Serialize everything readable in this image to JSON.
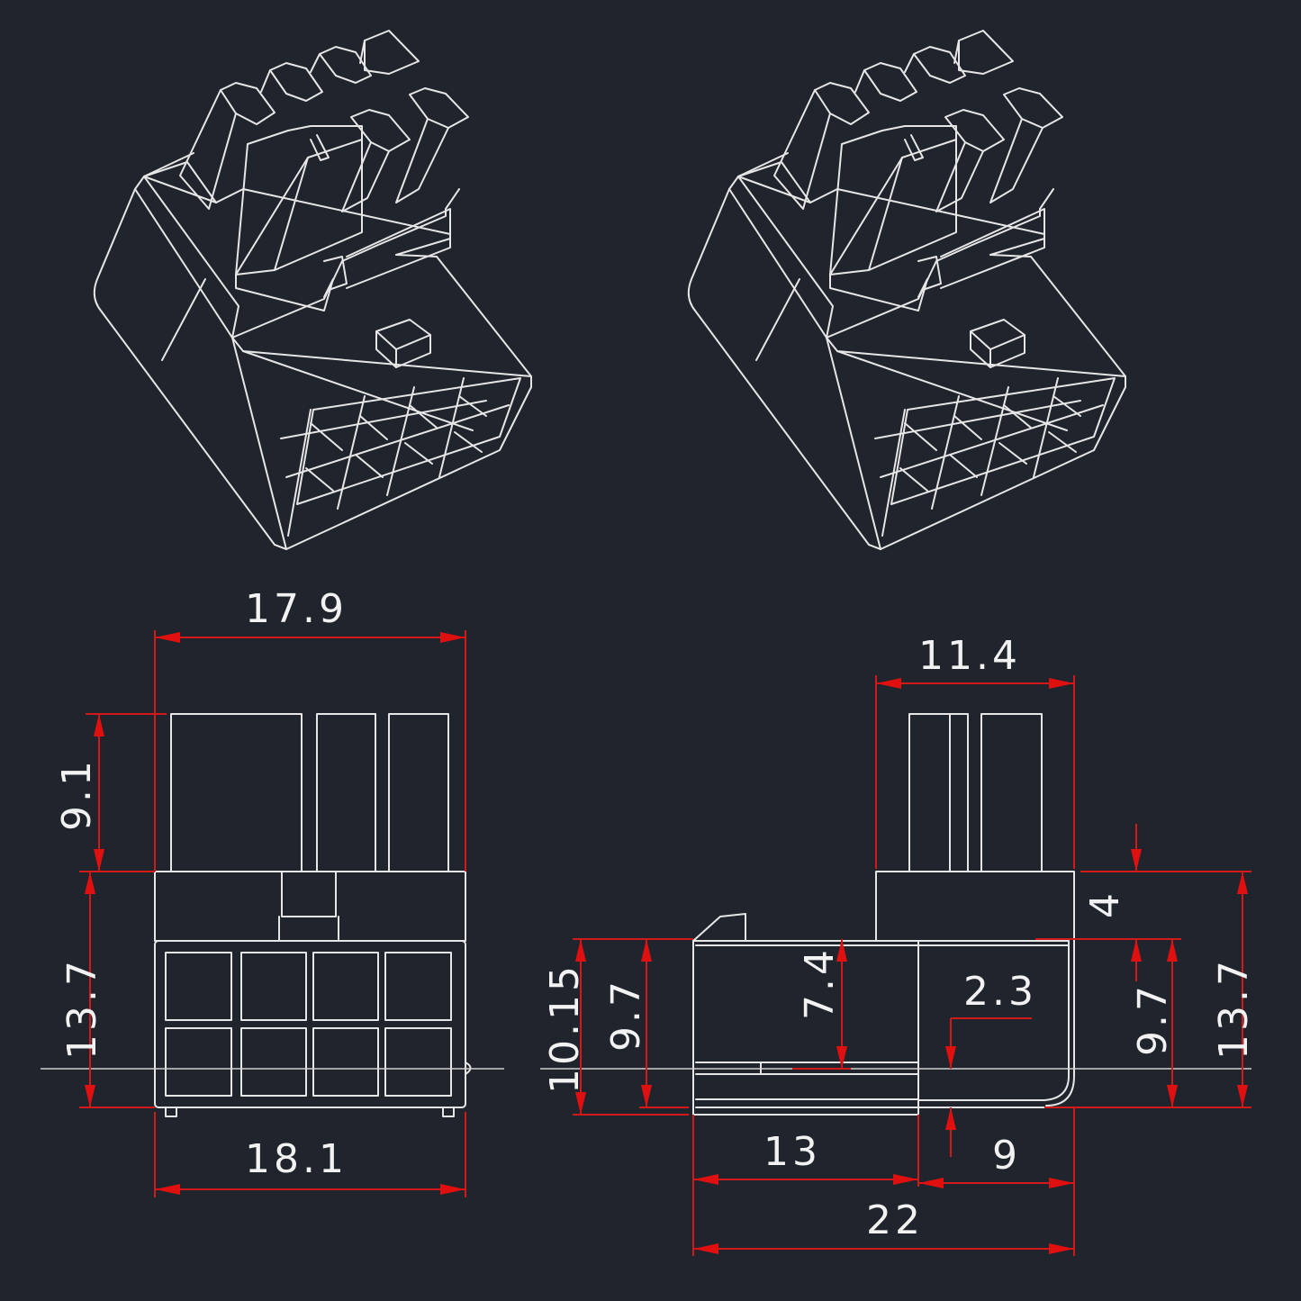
{
  "colors": {
    "background": "#20242c",
    "outline": "#e6e6e6",
    "dimension": "#d21a1a"
  },
  "isometric_views": [
    {
      "name": "iso-view-left",
      "description": "8-pin right-angle connector, isometric view"
    },
    {
      "name": "iso-view-right",
      "description": "8-pin right-angle connector, isometric view"
    }
  ],
  "front_view": {
    "dims": {
      "top_width": "17.9",
      "pin_height": "9.1",
      "body_height": "13.7",
      "bottom_width": "18.1"
    }
  },
  "side_view": {
    "dims": {
      "top_width": "11.4",
      "step": "4",
      "right_inner_height": "9.7",
      "right_total_height": "13.7",
      "left_outer_height": "10.15",
      "left_inner_height": "9.7",
      "latch_height": "7.4",
      "wall": "2.3",
      "length_a": "13",
      "length_b": "9",
      "total_length": "22"
    }
  }
}
